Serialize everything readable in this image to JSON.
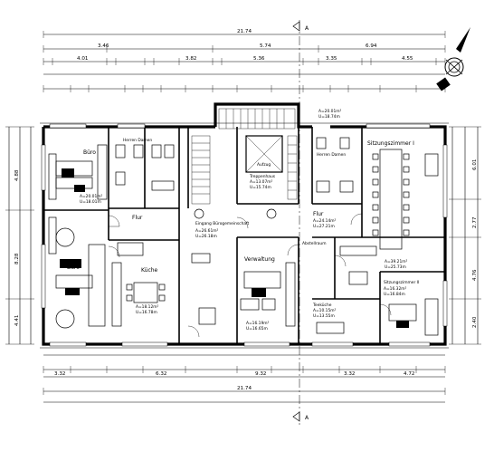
{
  "section_marker": "A",
  "dimensions": {
    "top_total": "21.74",
    "top_row2": [
      "3.46",
      "5.74",
      "6.94"
    ],
    "top_row3": [
      "4.01",
      "3.82",
      "5.36",
      "3.35",
      "4.55"
    ],
    "bottom_total": "21.74",
    "bottom_row1": [
      "3.32",
      "6.32",
      "9.32",
      "3.32",
      "4.72"
    ],
    "left_vertical": [
      "4.88",
      "8.28",
      "4.41"
    ],
    "right_vertical": [
      "6.01",
      "2.77",
      "4.76",
      "2.40"
    ]
  },
  "rooms": [
    {
      "key": "buero1",
      "label": "Büro",
      "area": "A=20.01m²",
      "perimeter": "U=18.01m"
    },
    {
      "key": "herren_damen_left",
      "label": "Herren  Damen",
      "area": "",
      "perimeter": ""
    },
    {
      "key": "flur_left",
      "label": "Flur",
      "area": "",
      "perimeter": ""
    },
    {
      "key": "treppenhaus",
      "label": "Treppenhaus",
      "area": "A=13.07m²",
      "perimeter": "U=15.74m"
    },
    {
      "key": "eingang",
      "label": "Eingang Bürogemeinschaft",
      "area": "A=26.61m²",
      "perimeter": "U=26.18m"
    },
    {
      "key": "aufzug",
      "label": "Aufzug",
      "area": "",
      "perimeter": ""
    },
    {
      "key": "herren_damen_right",
      "label": "Herren  Damen",
      "area": "A=20.01m²",
      "perimeter": "U=18.74m"
    },
    {
      "key": "sitzungszimmer1",
      "label": "Sitzungszimmer I",
      "area": "",
      "perimeter": ""
    },
    {
      "key": "flur_right",
      "label": "Flur",
      "area": "A=24.14m²",
      "perimeter": "U=27.21m"
    },
    {
      "key": "abstellraum",
      "label": "Abstellraum",
      "area": "",
      "perimeter": ""
    },
    {
      "key": "buero2",
      "label": "Büro",
      "area": "",
      "perimeter": ""
    },
    {
      "key": "kueche",
      "label": "Küche",
      "area": "A=18.12m²",
      "perimeter": "U=16.78m"
    },
    {
      "key": "verwaltung",
      "label": "Verwaltung",
      "area": "A=16.19m²",
      "perimeter": "U=16.65m"
    },
    {
      "key": "teekueche",
      "label": "Teeküche",
      "area": "A=10.15m²",
      "perimeter": "U=13.55m"
    },
    {
      "key": "sitzungszimmer2",
      "label": "Sitzungszimmer II",
      "area": "A=16.32m²",
      "perimeter": "U=16.84m"
    },
    {
      "key": "sitzungszimmer1_area",
      "label": "",
      "area": "A=39.21m²",
      "perimeter": "U=25.73m"
    }
  ]
}
